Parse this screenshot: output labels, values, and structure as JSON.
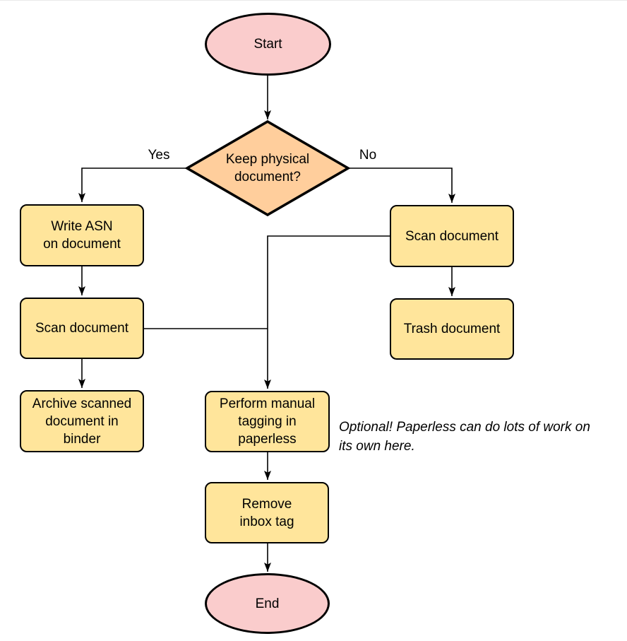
{
  "diagram": {
    "nodes": {
      "start": {
        "shape": "ellipse",
        "label": "Start"
      },
      "decision": {
        "shape": "diamond",
        "lines": [
          "Keep physical",
          "document?"
        ]
      },
      "write_asn": {
        "shape": "process",
        "lines": [
          "Write ASN",
          "on document"
        ]
      },
      "scan_left": {
        "shape": "process",
        "lines": [
          "Scan document"
        ]
      },
      "archive": {
        "shape": "process",
        "lines": [
          "Archive scanned",
          "document in",
          "binder"
        ]
      },
      "scan_right": {
        "shape": "process",
        "lines": [
          "Scan document"
        ]
      },
      "trash": {
        "shape": "process",
        "lines": [
          "Trash document"
        ]
      },
      "perform": {
        "shape": "process",
        "lines": [
          "Perform manual",
          "tagging in",
          "paperless"
        ]
      },
      "remove": {
        "shape": "process",
        "lines": [
          "Remove",
          "inbox tag"
        ]
      },
      "end": {
        "shape": "ellipse",
        "label": "End"
      }
    },
    "edge_labels": {
      "yes": "Yes",
      "no": "No"
    },
    "note": {
      "lines": [
        "Optional! Paperless can do lots of work on",
        "its own here."
      ]
    },
    "colors": {
      "terminal_fill": "#FACCCC",
      "decision_fill": "#FFCE9C",
      "process_fill": "#FFE59B",
      "stroke": "#000000",
      "divider": "#e9e9e9"
    }
  }
}
